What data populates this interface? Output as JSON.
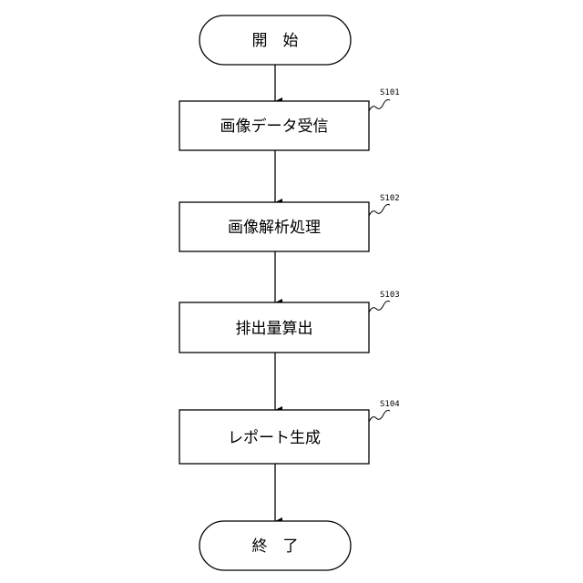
{
  "flowchart": {
    "start": {
      "label": "開　始"
    },
    "steps": [
      {
        "id": "S101",
        "label": "画像データ受信"
      },
      {
        "id": "S102",
        "label": "画像解析処理"
      },
      {
        "id": "S103",
        "label": "排出量算出"
      },
      {
        "id": "S104",
        "label": "レポート生成"
      }
    ],
    "end": {
      "label": "終　了"
    },
    "colors": {
      "stroke": "#000000",
      "fill": "#ffffff"
    }
  }
}
